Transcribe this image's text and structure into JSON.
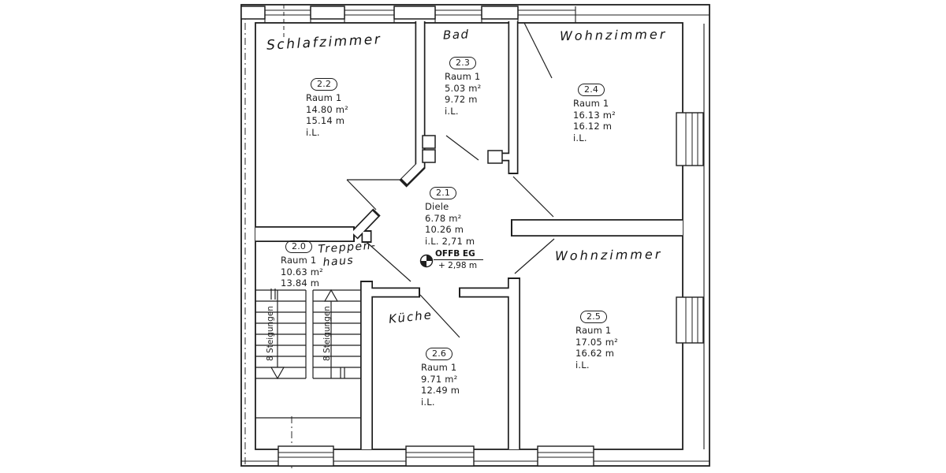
{
  "page": {
    "background": "#ffffff",
    "ink": "#1f1f1f"
  },
  "plan": {
    "rooms": [
      {
        "number": "2.2",
        "name": "Schlafzimmer",
        "label": "Raum 1",
        "area": "14.80 m²",
        "length": "15.14 m",
        "note": "i.L."
      },
      {
        "number": "2.3",
        "name": "Bad",
        "label": "Raum 1",
        "area": "5.03 m²",
        "length": "9.72 m",
        "note": "i.L."
      },
      {
        "number": "2.4",
        "name": "Wohnzimmer",
        "label": "Raum 1",
        "area": "16.13 m²",
        "length": "16.12 m",
        "note": "i.L."
      },
      {
        "number": "2.1",
        "name": "Diele",
        "label": "Diele",
        "area": "6.78 m²",
        "length": "10.26 m",
        "note": "i.L. 2,71 m"
      },
      {
        "number": "2.0",
        "name": "Treppenhaus",
        "name_line1": "Treppen-",
        "name_line2": "haus",
        "label": "Raum 1",
        "area": "10.63 m²",
        "length": "13.84 m",
        "note": ""
      },
      {
        "number": "2.6",
        "name": "Küche",
        "label": "Raum 1",
        "area": "9.71 m²",
        "length": "12.49 m",
        "note": "i.L."
      },
      {
        "number": "2.5",
        "name": "Wohnzimmer",
        "label": "Raum 1",
        "area": "17.05 m²",
        "length": "16.62 m",
        "note": "i.L."
      }
    ],
    "level_marker": {
      "label": "OFFB EG",
      "value": "+ 2,98 m"
    },
    "stairs": {
      "flight1_label": "8 Steigungen",
      "flight2_label": "8 Steigungen"
    }
  }
}
